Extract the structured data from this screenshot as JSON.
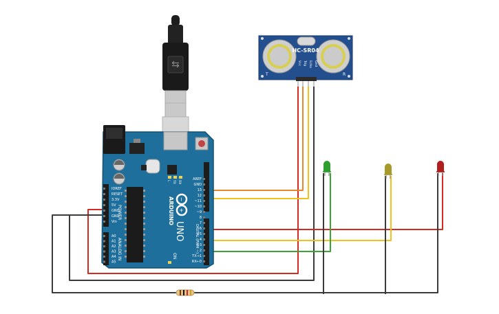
{
  "sensor": {
    "model": "HC-SR04",
    "pins": [
      "Vcc",
      "Trig",
      "Echo",
      "Gnd"
    ],
    "left_mark": "T",
    "right_mark": "R"
  },
  "arduino": {
    "brand": "ARDUINO",
    "model": "UNO",
    "power_header_label": "POWER",
    "analog_header_label": "ANALOG IN",
    "digital_header_label": "DIGITAL (PWM ~)",
    "power_pins": [
      "IOREF",
      "RESET",
      "3.3V",
      "5V",
      "GND",
      "GND",
      "Vin"
    ],
    "analog_pins": [
      "A0",
      "A1",
      "A2",
      "A3",
      "A4",
      "A5"
    ],
    "top_header_pins": [
      "AREF",
      "GND",
      "13",
      "12",
      "~11",
      "~10",
      "~9",
      "8"
    ],
    "bottom_header_pins": [
      "7",
      "~6",
      "~5",
      "4",
      "~3",
      "2",
      "TX→1",
      "RX←0"
    ],
    "led_labels": [
      "L",
      "TX",
      "RX"
    ],
    "on_label": "ON"
  },
  "leds": [
    {
      "name": "green",
      "color": "#2e9e2e"
    },
    {
      "name": "yellow",
      "color": "#a89a2a"
    },
    {
      "name": "red",
      "color": "#b01e1e"
    }
  ],
  "wire_colors": {
    "red": "#d42a20",
    "orange": "#e8872a",
    "yellow": "#f2c21b",
    "green": "#3aa535",
    "black": "#3a3a3a"
  }
}
